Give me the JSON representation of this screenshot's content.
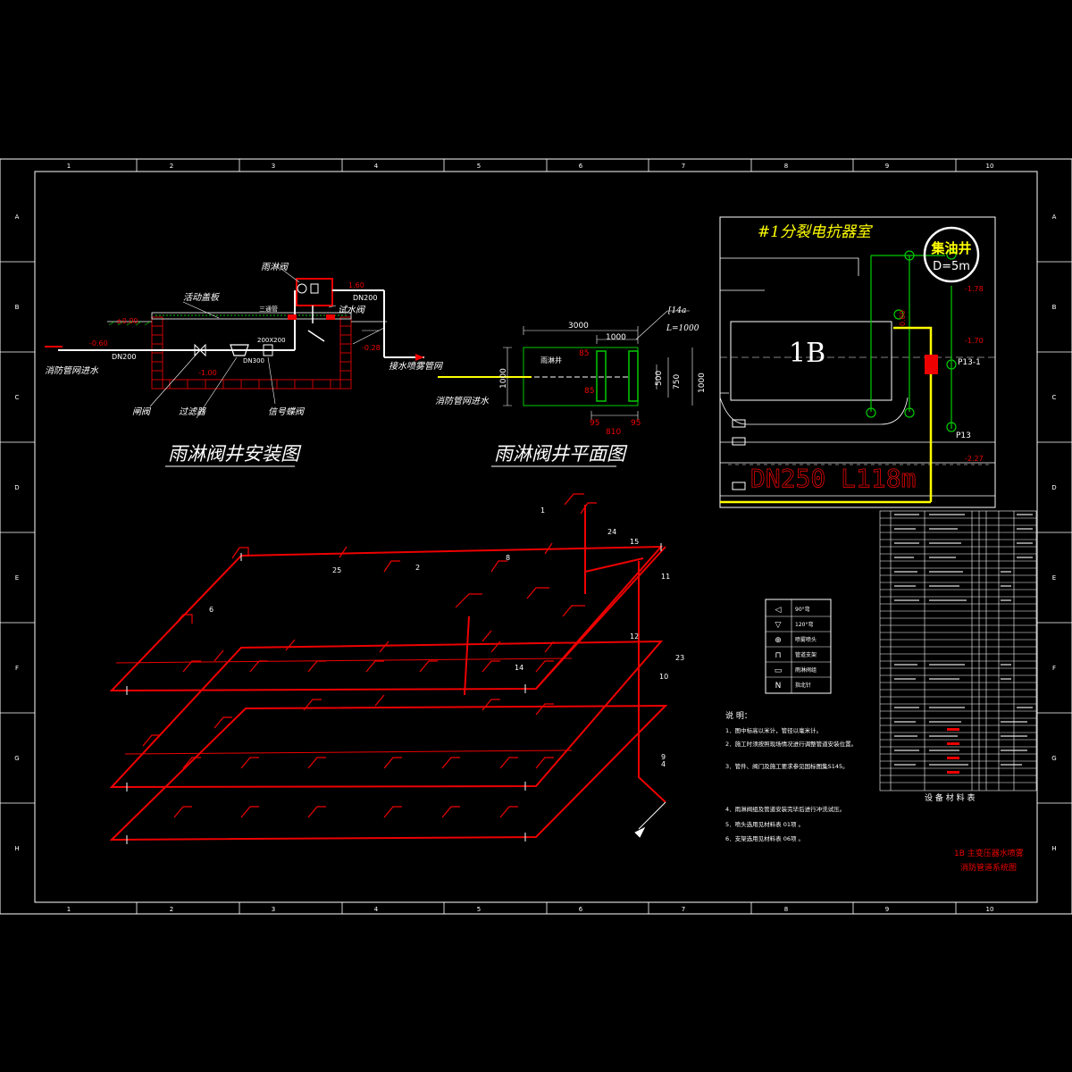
{
  "frame": {
    "columns": [
      "1",
      "2",
      "3",
      "4",
      "5",
      "6",
      "7",
      "8",
      "9",
      "10"
    ],
    "rows": [
      "A",
      "B",
      "C",
      "D",
      "E",
      "F",
      "G",
      "H"
    ]
  },
  "install": {
    "title": "雨淋阀井安装图",
    "labels": {
      "cover": "活动盖板",
      "deluge": "雨淋阀",
      "test_valve": "试水阀",
      "gate_valve": "闸阀",
      "filter": "过滤器",
      "signal_valve": "信号蝶阀",
      "inlet": "消防管网进水",
      "outlet": "接水喷雾管网",
      "three_way": "三通管",
      "dn200_left": "DN200",
      "dn200_right": "DN200",
      "dn200x200": "200X200",
      "dn300": "DN300",
      "el_000": "±0.00",
      "el_060": "-0.60",
      "el_100": "-1.00",
      "el_160": "1.60",
      "el_028": "-0.28"
    }
  },
  "plan": {
    "title": "雨淋阀井平面图",
    "labels": {
      "well": "雨淋井",
      "inlet": "消防管网进水",
      "channel": "[14a",
      "channel_len": "L=1000",
      "d3000": "3000",
      "d1000_top": "1000",
      "d1000_left": "1000",
      "d500": "500",
      "d750": "750",
      "d1000_right": "1000",
      "d85a": "85",
      "d85b": "85",
      "d95a": "95",
      "d95b": "95",
      "d810": "810"
    }
  },
  "site": {
    "room": "#1分裂电抗器室",
    "oil_well": "集油井",
    "oil_well_d": "D=5m",
    "unit": "1B",
    "pipe": "DN250 L118m",
    "p13_1": "P13-1",
    "p13": "P13",
    "el_178": "-1.78",
    "el_170": "-1.70",
    "el_227": "-2.27",
    "d060": "0.60"
  },
  "legend": {
    "rows": [
      {
        "sym": "◁",
        "desc": "90°弯"
      },
      {
        "sym": "▽",
        "desc": "120°弯"
      },
      {
        "sym": "⊕",
        "desc": "喷雾喷头"
      },
      {
        "sym": "⊓",
        "desc": "管道支架"
      },
      {
        "sym": "▭",
        "desc": "雨淋阀组"
      },
      {
        "sym": "N",
        "desc": "指北针"
      }
    ]
  },
  "notes": {
    "header": "说  明：",
    "items": [
      "1．图中标高以米计，管径以毫米计。",
      "2．施工时须按照现场情况进行调整管道安装位置。",
      "3．管件、阀门及施工要求参见国标图集S145。",
      "4．雨淋阀组及管道安装完毕后进行冲洗试压。",
      "5．喷头选用见材料表 01项 。",
      "6．支架选用见材料表 06项 。"
    ]
  },
  "materials": {
    "caption": "设 备 材 料 表"
  },
  "title_block": {
    "line1": "1B 主变压器水喷雾",
    "line2": "消防管道系统图"
  },
  "iso_tags": [
    "1",
    "2",
    "4",
    "6",
    "8",
    "9",
    "10",
    "11",
    "12",
    "14",
    "15",
    "23",
    "24",
    "25"
  ]
}
